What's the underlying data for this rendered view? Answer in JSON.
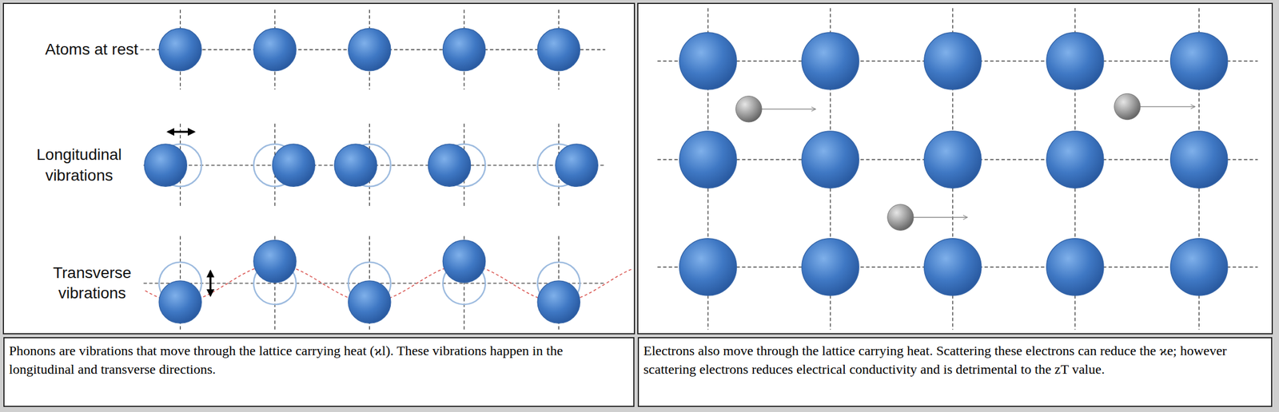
{
  "diagram": {
    "nodes": [
      {
        "text": [
          "Phonons are vibrations that move through the lattice carrying heat (ϰl). These vibrations happen in the longitudinal and transverse directions."
        ]
      },
      {
        "text": [
          "Electrons also move through the lattice carrying heat. Scattering these electrons can reduce the ϰe; however scattering electrons reduces electrical conductivity and is detrimental to the zT value."
        ]
      }
    ],
    "labels": [
      "Atoms at rest",
      "Longitudinal vibrations",
      "Transverse vibrations"
    ]
  }
}
